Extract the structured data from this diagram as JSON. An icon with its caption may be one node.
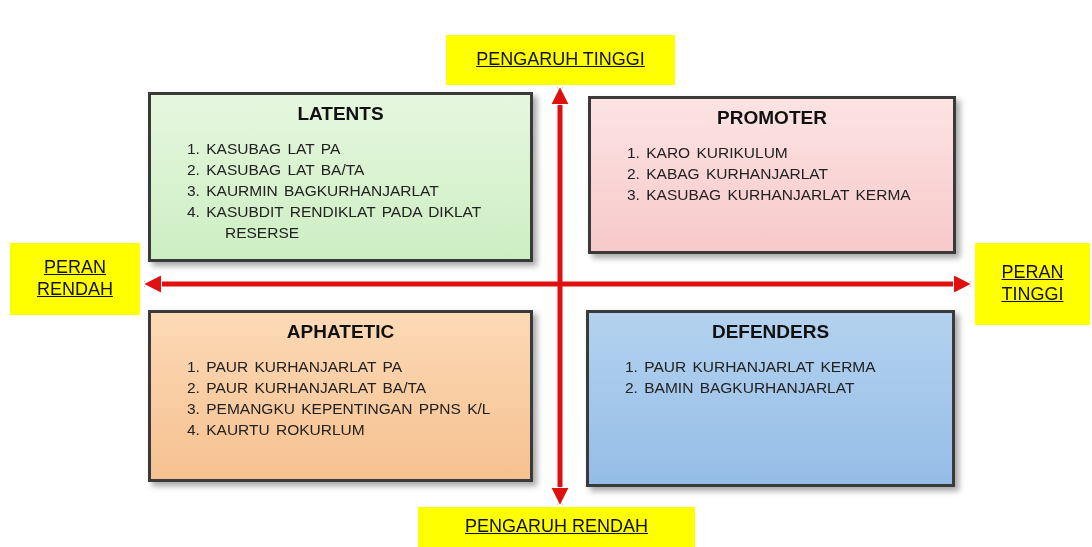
{
  "diagram": {
    "nodes": [
      {
        "text": [
          "PENGARUH TINGGI"
        ]
      },
      {
        "text": [
          "LATENTS",
          "1. KASUBAG LAT PA",
          "2. KASUBAG LAT BA/TA",
          "3. KAURMIN BAGKURHANJARLAT",
          "4. KASUBDIT RENDIKLAT PADA DIKLAT RESERSE"
        ]
      },
      {
        "text": [
          "PROMOTER",
          "1. KARO KURIKULUM",
          "2. KABAG KURHANJARLAT",
          "3. KASUBAG KURHANJARLAT KERMA"
        ]
      },
      {
        "text": [
          "PERAN RENDAH"
        ]
      },
      {
        "text": [
          "PERAN TINGGI"
        ]
      },
      {
        "text": [
          "APHATETIC",
          "1. PAUR KURHANJARLAT PA",
          "2. PAUR KURHANJARLAT BA/TA",
          "3. PEMANGKU KEPENTINGAN PPNS K/L",
          "4. KAURTU ROKURLUM"
        ]
      },
      {
        "text": [
          "DEFENDERS",
          "1. PAUR KURHANJARLAT KERMA",
          "2. BAMIN BAGKURHANJARLAT"
        ]
      },
      {
        "text": [
          "PENGARUH RENDAH"
        ]
      }
    ],
    "edges": [
      {
        "from": 0,
        "to": 7,
        "arrow": "both"
      },
      {
        "from": 3,
        "to": 4,
        "arrow": "both"
      }
    ]
  }
}
